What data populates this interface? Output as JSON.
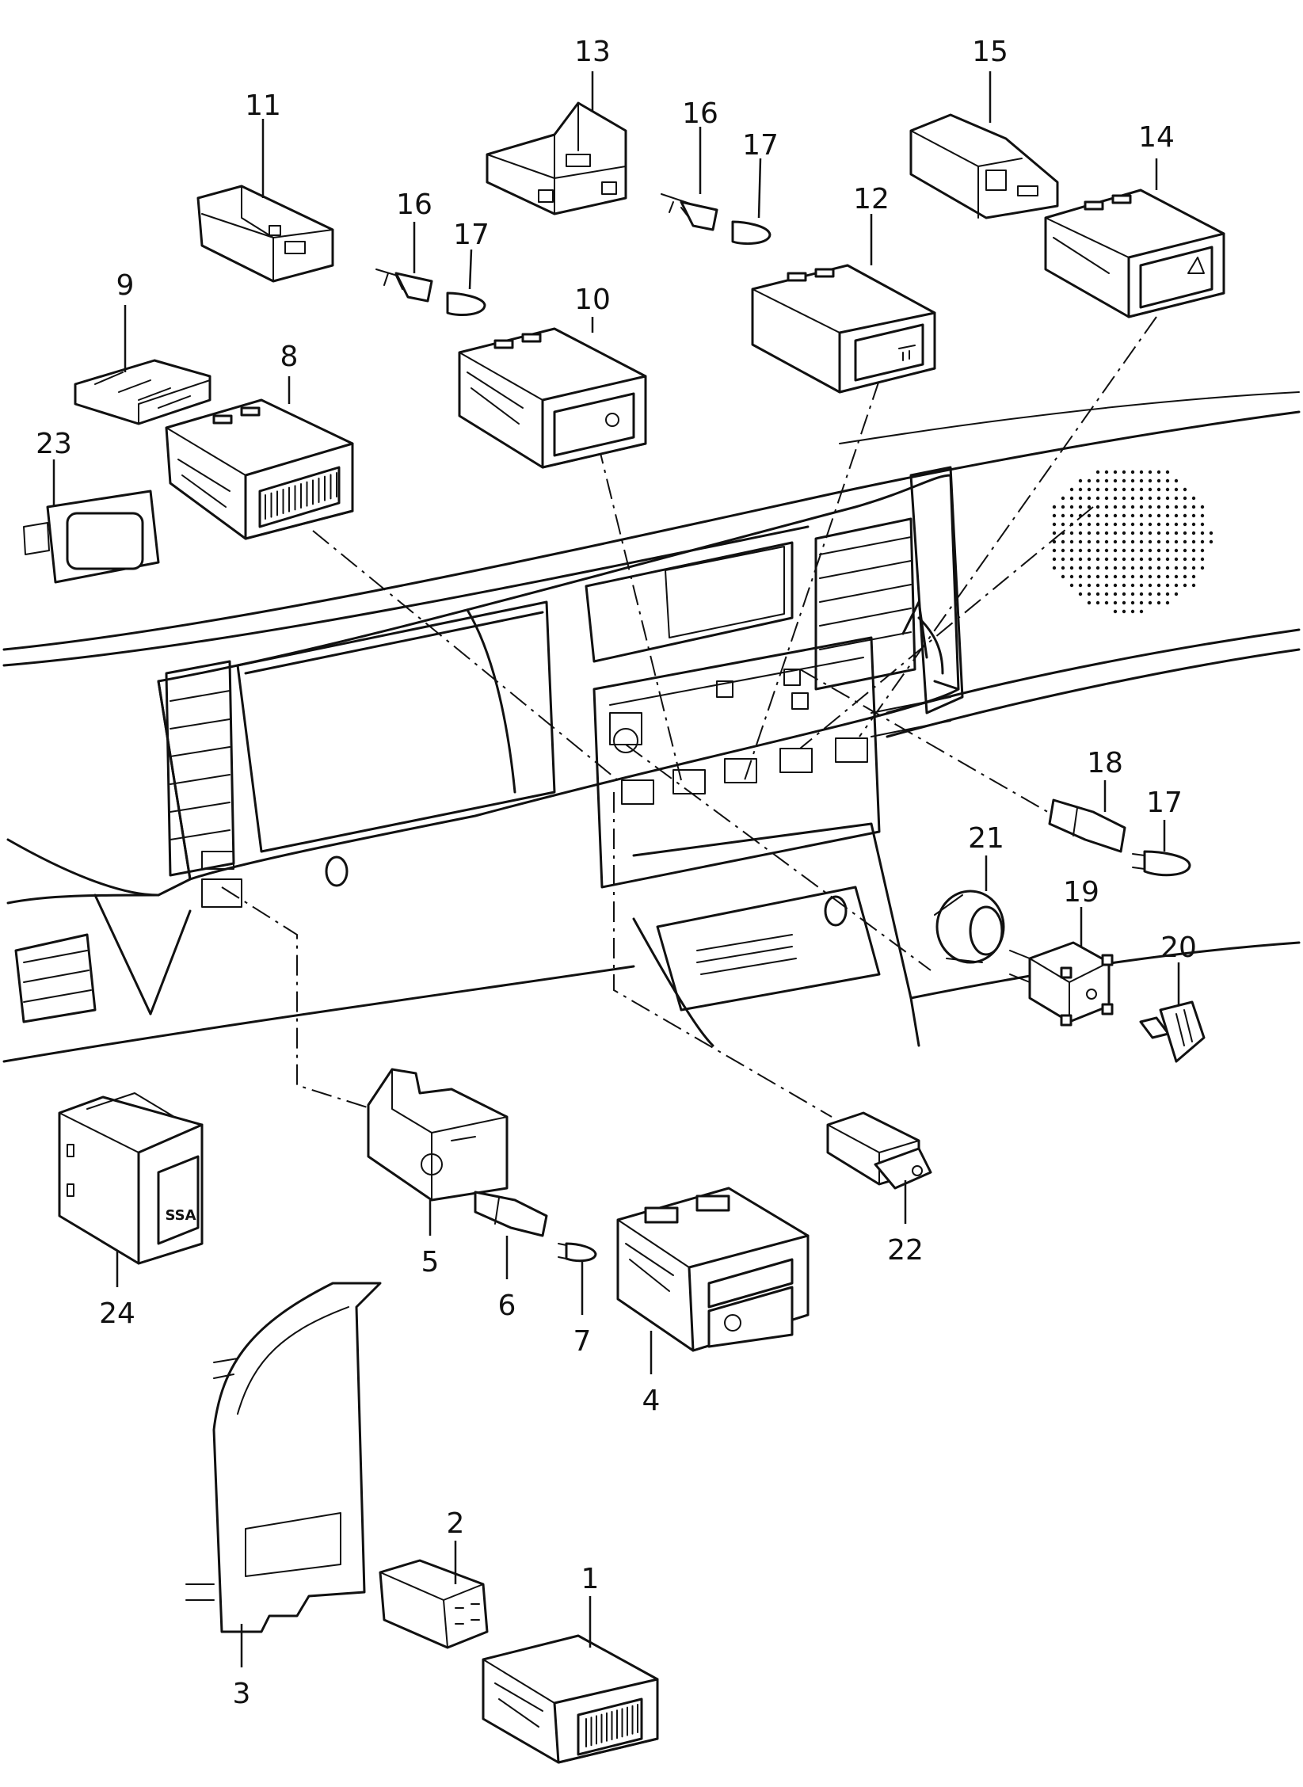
{
  "diagram": {
    "callouts": [
      "1",
      "2",
      "3",
      "4",
      "5",
      "6",
      "7",
      "8",
      "9",
      "10",
      "11",
      "12",
      "13",
      "14",
      "15",
      "16",
      "16",
      "17",
      "17",
      "17",
      "18",
      "19",
      "20",
      "21",
      "22",
      "23",
      "24"
    ],
    "switch_24_marking": "SSA"
  }
}
